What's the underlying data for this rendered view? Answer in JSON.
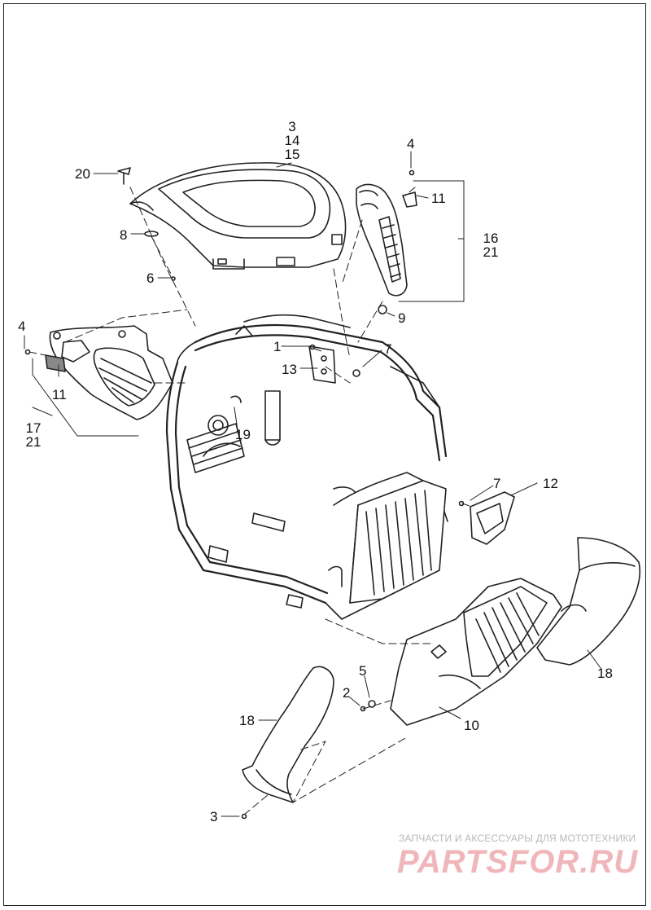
{
  "callouts": {
    "c1": "1",
    "c2": "2",
    "c3_top": "3",
    "c14": "14",
    "c15": "15",
    "c3_bottom": "3",
    "c4_top": "4",
    "c4_left": "4",
    "c5": "5",
    "c6": "6",
    "c7_mid": "7",
    "c7_right": "7",
    "c8": "8",
    "c9": "9",
    "c10": "10",
    "c11_top": "11",
    "c11_left": "11",
    "c12": "12",
    "c13": "13",
    "c16": "16",
    "c21_right": "21",
    "c17": "17",
    "c21_left": "21",
    "c18_right": "18",
    "c18_left": "18",
    "c19": "19",
    "c20": "20"
  },
  "watermark": {
    "subtitle": "ЗАПЧАСТИ И АКСЕССУАРЫ ДЛЯ МОТОТЕХНИКИ",
    "logo": "PARTSFOR.RU"
  },
  "colors": {
    "line": "#222222",
    "watermark_logo": "#f0b7bb",
    "watermark_text": "#b8b8b8"
  }
}
